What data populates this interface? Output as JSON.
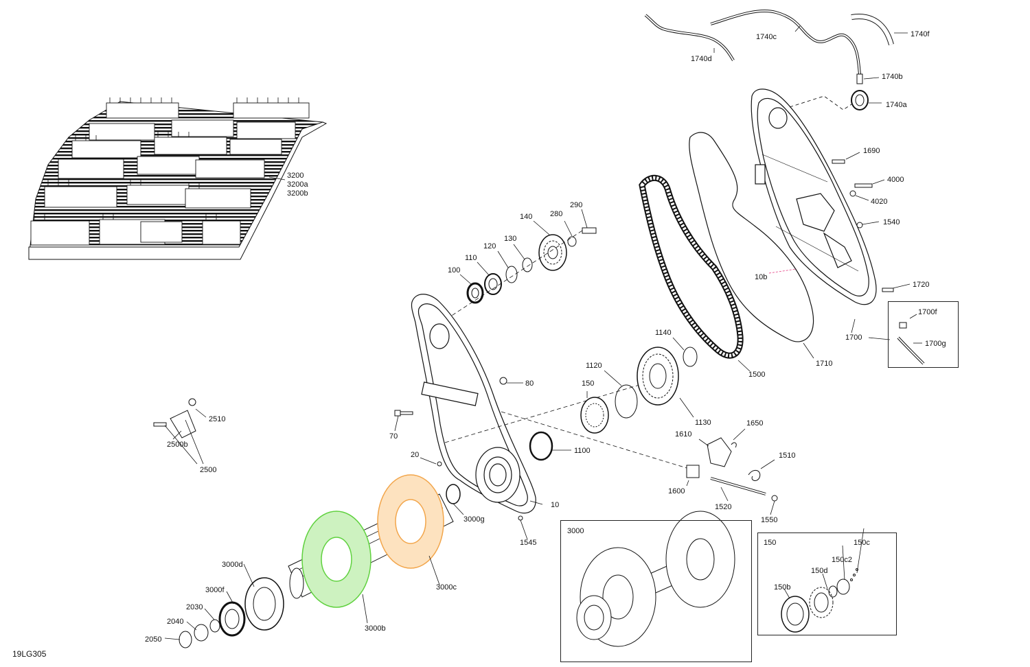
{
  "figure_code": "19LG305",
  "colors": {
    "green_highlight": "#5fd13e",
    "orange_highlight": "#f2a54a",
    "reference_pink": "#e7528f"
  },
  "callouts": {
    "c1740d": "1740d",
    "c1740c": "1740c",
    "c1740f": "1740f",
    "c1740b": "1740b",
    "c1740a": "1740a",
    "c1690": "1690",
    "c4000": "4000",
    "c4020": "4020",
    "c1540": "1540",
    "c10b": "10b",
    "c1720": "1720",
    "c1700f": "1700f",
    "c1700": "1700",
    "c1700g": "1700g",
    "c1710": "1710",
    "c1500": "1500",
    "c3200": "3200",
    "c3200a": "3200a",
    "c3200b": "3200b",
    "c290": "290",
    "c280": "280",
    "c140": "140",
    "c130": "130",
    "c120": "120",
    "c110": "110",
    "c100": "100",
    "c80": "80",
    "c70": "70",
    "c1140": "1140",
    "c1120": "1120",
    "c150": "150",
    "c1130": "1130",
    "c1100": "1100",
    "c1650": "1650",
    "c1610": "1610",
    "c1510": "1510",
    "c1600": "1600",
    "c1520": "1520",
    "c1550": "1550",
    "c2510": "2510",
    "c2500b": "2500b",
    "c2500": "2500",
    "c20": "20",
    "c10": "10",
    "c3000g": "3000g",
    "c1545": "1545",
    "c3000d": "3000d",
    "c3000f": "3000f",
    "c2030": "2030",
    "c2040": "2040",
    "c2050": "2050",
    "c3000b": "3000b",
    "c3000c": "3000c",
    "c150c": "150c",
    "c150c2": "150c2",
    "c150d": "150d",
    "c150b": "150b"
  },
  "insets": {
    "shaft_title": "3000",
    "bearing_title": "150"
  }
}
